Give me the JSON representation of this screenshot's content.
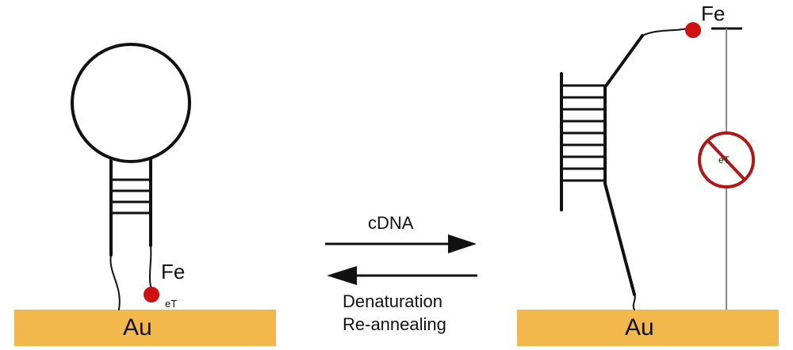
{
  "left_panel": {
    "electrode_label": "Au",
    "ferrocene_label": "Fe",
    "electron_transfer_label": "eT"
  },
  "right_panel": {
    "electrode_label": "Au",
    "ferrocene_label": "Fe",
    "electron_transfer_label": "eT"
  },
  "arrows": {
    "forward_label": "cDNA",
    "reverse_label_line1": "Denaturation",
    "reverse_label_line2": "Re-annealing"
  },
  "colors": {
    "gold_surface": "#f2b84b",
    "ferrocene": "#d01010",
    "prohibit_sign": "#b01818",
    "strand": "#111111",
    "wire": "#888888"
  }
}
